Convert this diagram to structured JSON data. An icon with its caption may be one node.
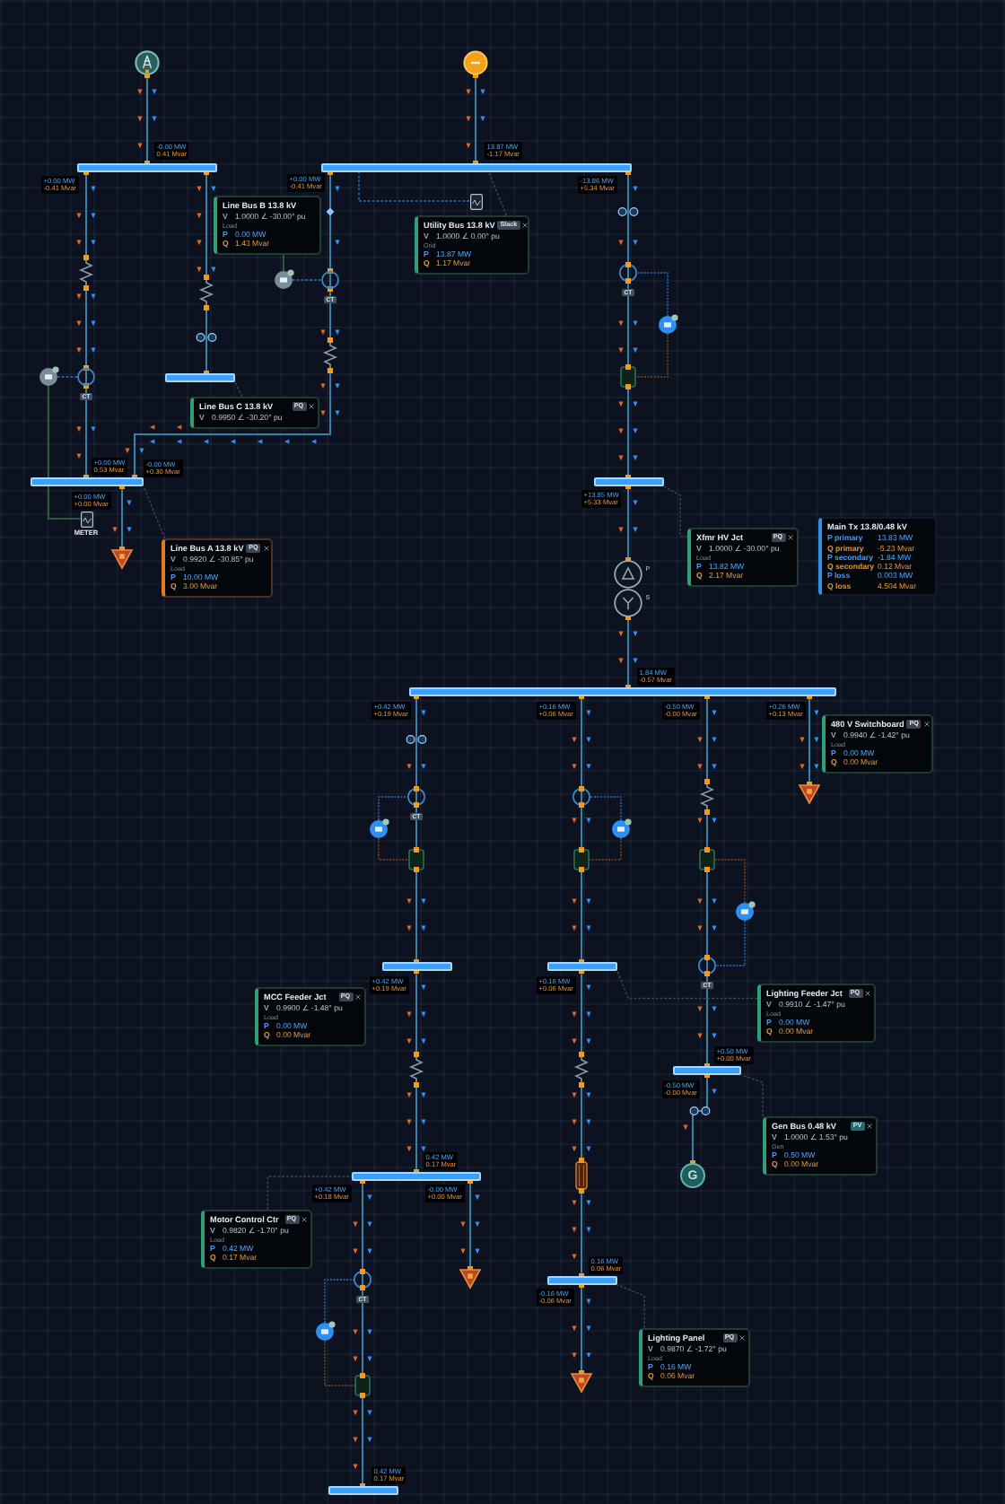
{
  "diagram": {
    "nodes": [
      {
        "text": [],
        "shape": "circle"
      },
      {
        "text": [],
        "shape": "circle"
      },
      {
        "text": [],
        "shape": "bar",
        "beside": [
          "-0.00 MW",
          "0.41 Mvar",
          "+0.00 MW",
          "-0.41 Mvar"
        ]
      },
      {
        "text": [],
        "shape": "bar",
        "beside": [
          "13.87 MW",
          "-1.17 Mvar",
          "+0.00 MW",
          "-0.41 Mvar",
          "-13.86 MW",
          "+5.34 Mvar"
        ]
      },
      {
        "text": [
          "Line Bus B 13.8 kV",
          "V",
          "1.0000 ∠ -30.00° pu",
          "Load",
          "P",
          "0.00 MW",
          "Q",
          "1.43 Mvar"
        ]
      },
      {
        "text": [
          "Utility Bus 13.8 kV",
          "Slack",
          "V",
          "1.0000 ∠ 0.00° pu",
          "Grid",
          "P",
          "13.87 MW",
          "Q",
          "1.17 Mvar"
        ]
      },
      {
        "text": [],
        "shape": "bar"
      },
      {
        "text": [
          "Line Bus C 13.8 kV",
          "PQ",
          "V",
          "0.9950 ∠ -30.20° pu"
        ]
      },
      {
        "text": [],
        "shape": "bar",
        "beside": [
          "+0.00 MW",
          "0.53 Mvar",
          "-0.00 MW",
          "+0.30 Mvar",
          "+0.00 MW",
          "+0.00 Mvar"
        ]
      },
      {
        "text": [],
        "shape": "bar",
        "beside": [
          "+13.85 MW",
          "+5.33 Mvar"
        ]
      },
      {
        "text": [
          "Line Bus A 13.8 kV",
          "PQ",
          "V",
          "0.9920 ∠ -30.85° pu",
          "Load",
          "P",
          "10.00 MW",
          "Q",
          "3.00 Mvar"
        ]
      },
      {
        "text": [],
        "shape": "triangle"
      },
      {
        "text": [
          "Xfmr HV Jct",
          "PQ",
          "V",
          "1.0000 ∠ -30.00° pu",
          "Load",
          "P",
          "13.82 MW",
          "Q",
          "2.17 Mvar"
        ]
      },
      {
        "text": [
          "Main Tx 13.8/0.48 kV",
          "P primary",
          "13.83 MW",
          "Q primary",
          "-5.23 Mvar",
          "P secondary",
          "-1.84 MW",
          "Q secondary",
          "0.12 Mvar",
          "P loss",
          "0.003 MW",
          "Q loss",
          "4.504 Mvar"
        ]
      },
      {
        "text": [],
        "shape": "transformer",
        "beside": [
          "P",
          "S"
        ]
      },
      {
        "text": [],
        "shape": "bar",
        "beside": [
          "1.84 MW",
          "-0.57 Mvar",
          "+0.42 MW",
          "+0.19 Mvar",
          "+0.16 MW",
          "+0.06 Mvar",
          "-0.50 MW",
          "-0.00 Mvar",
          "+0.26 MW",
          "+0.13 Mvar"
        ]
      },
      {
        "text": [
          "480 V Switchboard",
          "PQ",
          "V",
          "0.9940 ∠ -1.42° pu",
          "Load",
          "P",
          "0.00 MW",
          "Q",
          "0.00 Mvar"
        ]
      },
      {
        "text": [],
        "shape": "triangle"
      },
      {
        "text": [],
        "shape": "bar",
        "beside": [
          "+0.42 MW",
          "+0.19 Mvar"
        ]
      },
      {
        "text": [],
        "shape": "bar",
        "beside": [
          "+0.16 MW",
          "+0.06 Mvar"
        ]
      },
      {
        "text": [
          "MCC Feeder Jct",
          "PQ",
          "V",
          "0.9900 ∠ -1.48° pu",
          "Load",
          "P",
          "0.00 MW",
          "Q",
          "0.00 Mvar"
        ]
      },
      {
        "text": [
          "Lighting Feeder Jct",
          "PQ",
          "V",
          "0.9910 ∠ -1.47° pu",
          "Load",
          "P",
          "0.00 MW",
          "Q",
          "0.00 Mvar"
        ]
      },
      {
        "text": [],
        "shape": "bar",
        "beside": [
          "+0.50 MW",
          "+0.00 Mvar",
          "-0.50 MW",
          "-0.00 Mvar"
        ]
      },
      {
        "text": [
          "Gen Bus 0.48 kV",
          "PV",
          "V",
          "1.0000 ∠ 1.53° pu",
          "Gen",
          "P",
          "0.50 MW",
          "Q",
          "0.00 Mvar"
        ]
      },
      {
        "text": [
          "G"
        ]
      },
      {
        "text": [],
        "shape": "bar",
        "beside": [
          "0.42 MW",
          "0.17 Mvar",
          "+0.42 MW",
          "+0.18 Mvar",
          "-0.00 MW",
          "+0.00 Mvar"
        ]
      },
      {
        "text": [
          "Motor Control Ctr",
          "PQ",
          "V",
          "0.9820 ∠ -1.70° pu",
          "Load",
          "P",
          "0.42 MW",
          "Q",
          "0.17 Mvar"
        ]
      },
      {
        "text": [],
        "shape": "triangle"
      },
      {
        "text": [],
        "shape": "bar",
        "beside": [
          "0.16 MW",
          "0.06 Mvar",
          "-0.16 MW",
          "-0.06 Mvar"
        ]
      },
      {
        "text": [
          "Lighting Panel",
          "PQ",
          "V",
          "0.9870 ∠ -1.72° pu",
          "Load",
          "P",
          "0.16 MW",
          "Q",
          "0.06 Mvar"
        ]
      },
      {
        "text": [],
        "shape": "triangle"
      },
      {
        "text": [],
        "shape": "bar",
        "beside": [
          "0.42 MW",
          "0.17 Mvar"
        ]
      },
      {
        "text": [],
        "shape": "circle"
      },
      {
        "text": [],
        "shape": "box",
        "beside": [
          "METER"
        ]
      },
      {
        "text": [],
        "shape": "circle"
      },
      {
        "text": [],
        "shape": "box"
      },
      {
        "text": [],
        "shape": "circle",
        "beside": [
          "CT"
        ]
      },
      {
        "text": [],
        "shape": "circle",
        "beside": [
          "CT"
        ]
      }
    ],
    "edges": [
      {
        "from": 0,
        "to": 2,
        "arrow": "none"
      },
      {
        "from": 1,
        "to": 3,
        "arrow": "none"
      },
      {
        "from": 2,
        "to": 36,
        "arrow": "none"
      },
      {
        "from": 36,
        "to": 8,
        "arrow": "none"
      },
      {
        "from": 2,
        "to": 6,
        "arrow": "none"
      },
      {
        "from": 3,
        "to": 37,
        "arrow": "none"
      },
      {
        "from": 37,
        "to": 8,
        "arrow": "none"
      },
      {
        "from": 3,
        "to": 9,
        "arrow": "none"
      },
      {
        "from": 9,
        "to": 14,
        "arrow": "none"
      },
      {
        "from": 14,
        "to": 15,
        "arrow": "none"
      },
      {
        "from": 8,
        "to": 11,
        "arrow": "none"
      },
      {
        "from": 15,
        "to": 18,
        "arrow": "none"
      },
      {
        "from": 15,
        "to": 19,
        "arrow": "none"
      },
      {
        "from": 15,
        "to": 22,
        "arrow": "none"
      },
      {
        "from": 15,
        "to": 17,
        "arrow": "none"
      },
      {
        "from": 18,
        "to": 25,
        "arrow": "none"
      },
      {
        "from": 19,
        "to": 28,
        "arrow": "none"
      },
      {
        "from": 22,
        "to": 24,
        "arrow": "none"
      },
      {
        "from": 25,
        "to": 31,
        "arrow": "none"
      },
      {
        "from": 25,
        "to": 27,
        "arrow": "none"
      },
      {
        "from": 28,
        "to": 30,
        "arrow": "none"
      },
      {
        "from": 5,
        "to": 3,
        "arrow": "none",
        "style": "dashed",
        "color": "#3d4853"
      },
      {
        "from": 7,
        "to": 6,
        "arrow": "none",
        "style": "dashed",
        "color": "#3d4853"
      },
      {
        "from": 10,
        "to": 8,
        "arrow": "none",
        "style": "dashed",
        "color": "#3d4853"
      },
      {
        "from": 12,
        "to": 9,
        "arrow": "none",
        "style": "dashed",
        "color": "#3d4853"
      },
      {
        "from": 21,
        "to": 19,
        "arrow": "none",
        "style": "dashed",
        "color": "#3d4853"
      },
      {
        "from": 23,
        "to": 22,
        "arrow": "none",
        "style": "dashed",
        "color": "#3d4853"
      },
      {
        "from": 26,
        "to": 25,
        "arrow": "none",
        "style": "dashed",
        "color": "#3d4853"
      },
      {
        "from": 29,
        "to": 28,
        "arrow": "none",
        "style": "dashed",
        "color": "#3d4853"
      },
      {
        "from": 32,
        "to": 33,
        "arrow": "none",
        "color": "#2c5a3c"
      },
      {
        "from": 34,
        "to": 4,
        "arrow": "none",
        "color": "#2c5a3c"
      },
      {
        "from": 35,
        "to": 3,
        "arrow": "none",
        "style": "dashed",
        "color": "#2d74c4"
      },
      {
        "from": 34,
        "to": 37,
        "arrow": "none",
        "style": "dashed",
        "color": "#2d74c4"
      },
      {
        "from": 32,
        "to": 36,
        "arrow": "none",
        "style": "dashed",
        "color": "#2d74c4"
      }
    ],
    "labels": [
      "CT",
      "CT",
      "CT",
      "CT"
    ]
  }
}
